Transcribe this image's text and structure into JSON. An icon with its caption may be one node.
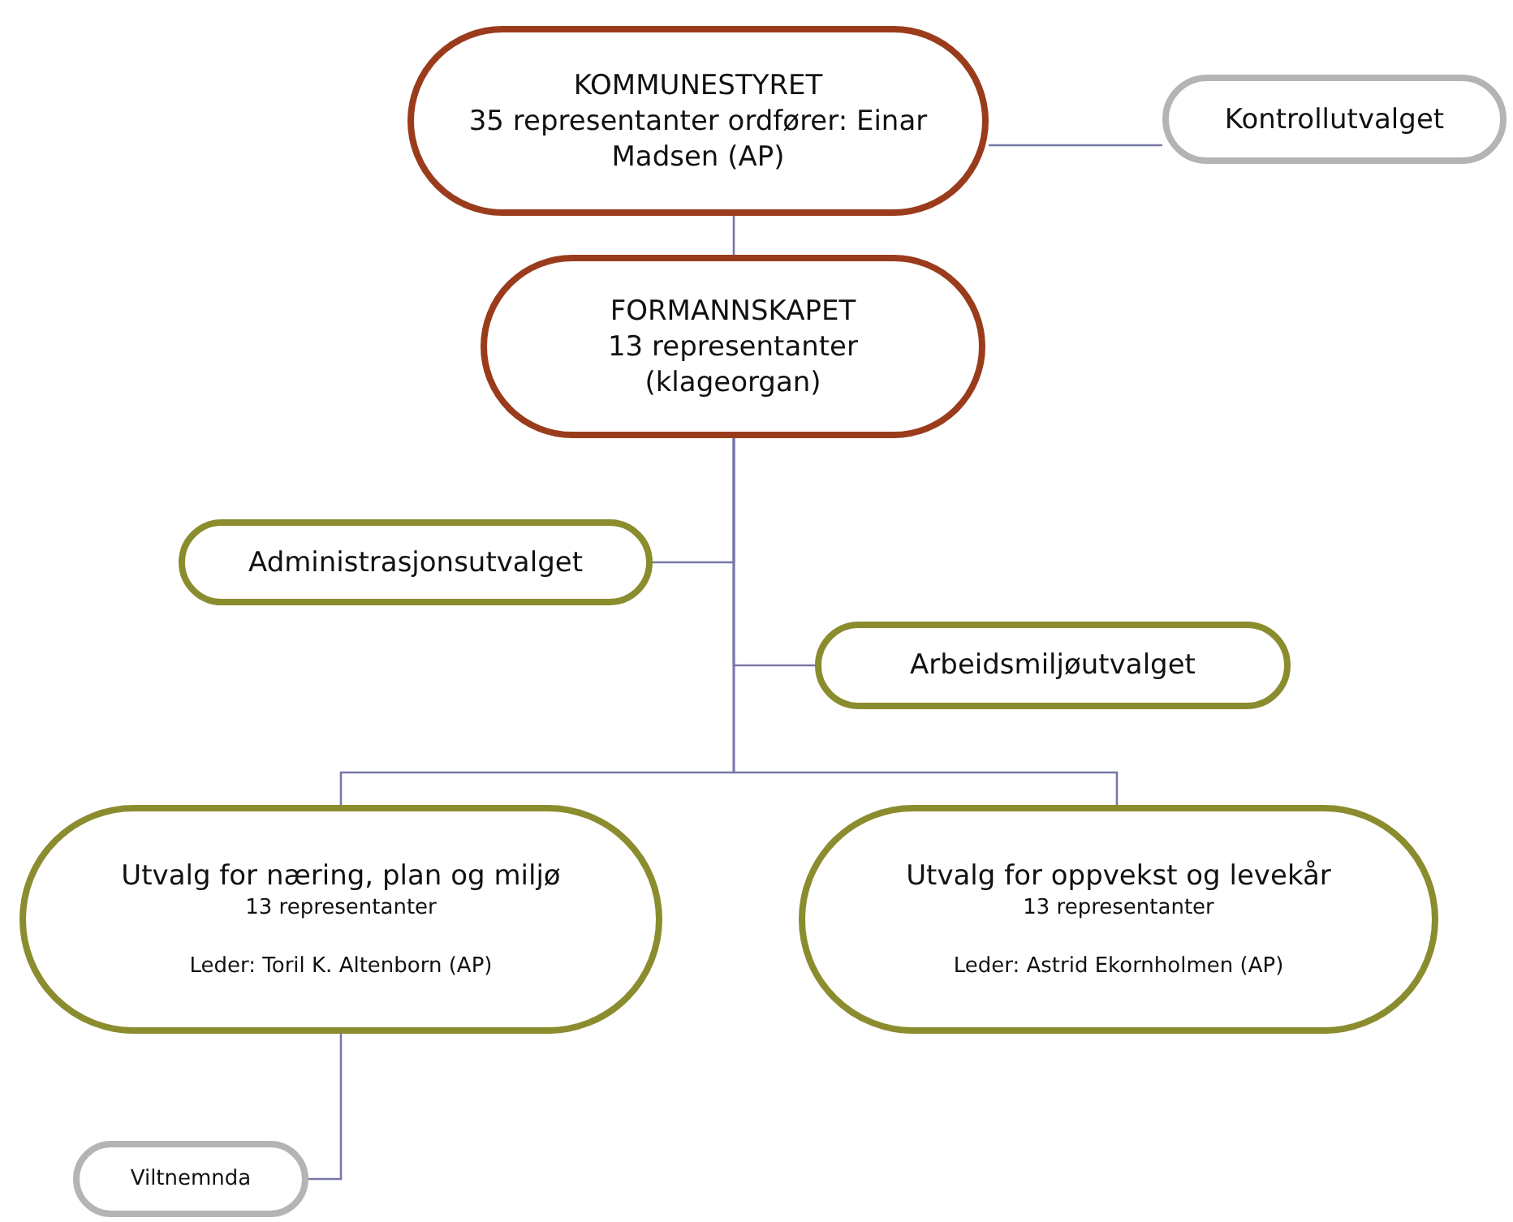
{
  "diagram": {
    "nodes": [
      {
        "text": [
          "KOMMUNESTYRET",
          "35 representanter ordfører: Einar Madsen (AP)"
        ]
      },
      {
        "text": [
          "Kontrollutvalget"
        ]
      },
      {
        "text": [
          "FORMANNSKAPET",
          "13 representanter (klageorgan)"
        ]
      },
      {
        "text": [
          "Administrasjonsutvalget"
        ]
      },
      {
        "text": [
          "Arbeidsmiljøutvalget"
        ]
      },
      {
        "text": [
          "Utvalg for næring, plan og miljø",
          "13 representanter",
          "Leder: Toril K. Altenborn (AP)"
        ]
      },
      {
        "text": [
          "Utvalg for oppvekst og levekår",
          "13 representanter",
          "Leder: Astrid Ekornholmen (AP)"
        ]
      },
      {
        "text": [
          "Viltnemnda"
        ]
      }
    ],
    "edges": [
      {
        "from": 0,
        "to": 1,
        "arrow": "none"
      },
      {
        "from": 0,
        "to": 2,
        "arrow": "none"
      },
      {
        "from": 2,
        "to": 3,
        "arrow": "none"
      },
      {
        "from": 2,
        "to": 4,
        "arrow": "none"
      },
      {
        "from": 2,
        "to": 5,
        "arrow": "none"
      },
      {
        "from": 2,
        "to": 6,
        "arrow": "none"
      },
      {
        "from": 5,
        "to": 7,
        "arrow": "none"
      }
    ]
  }
}
